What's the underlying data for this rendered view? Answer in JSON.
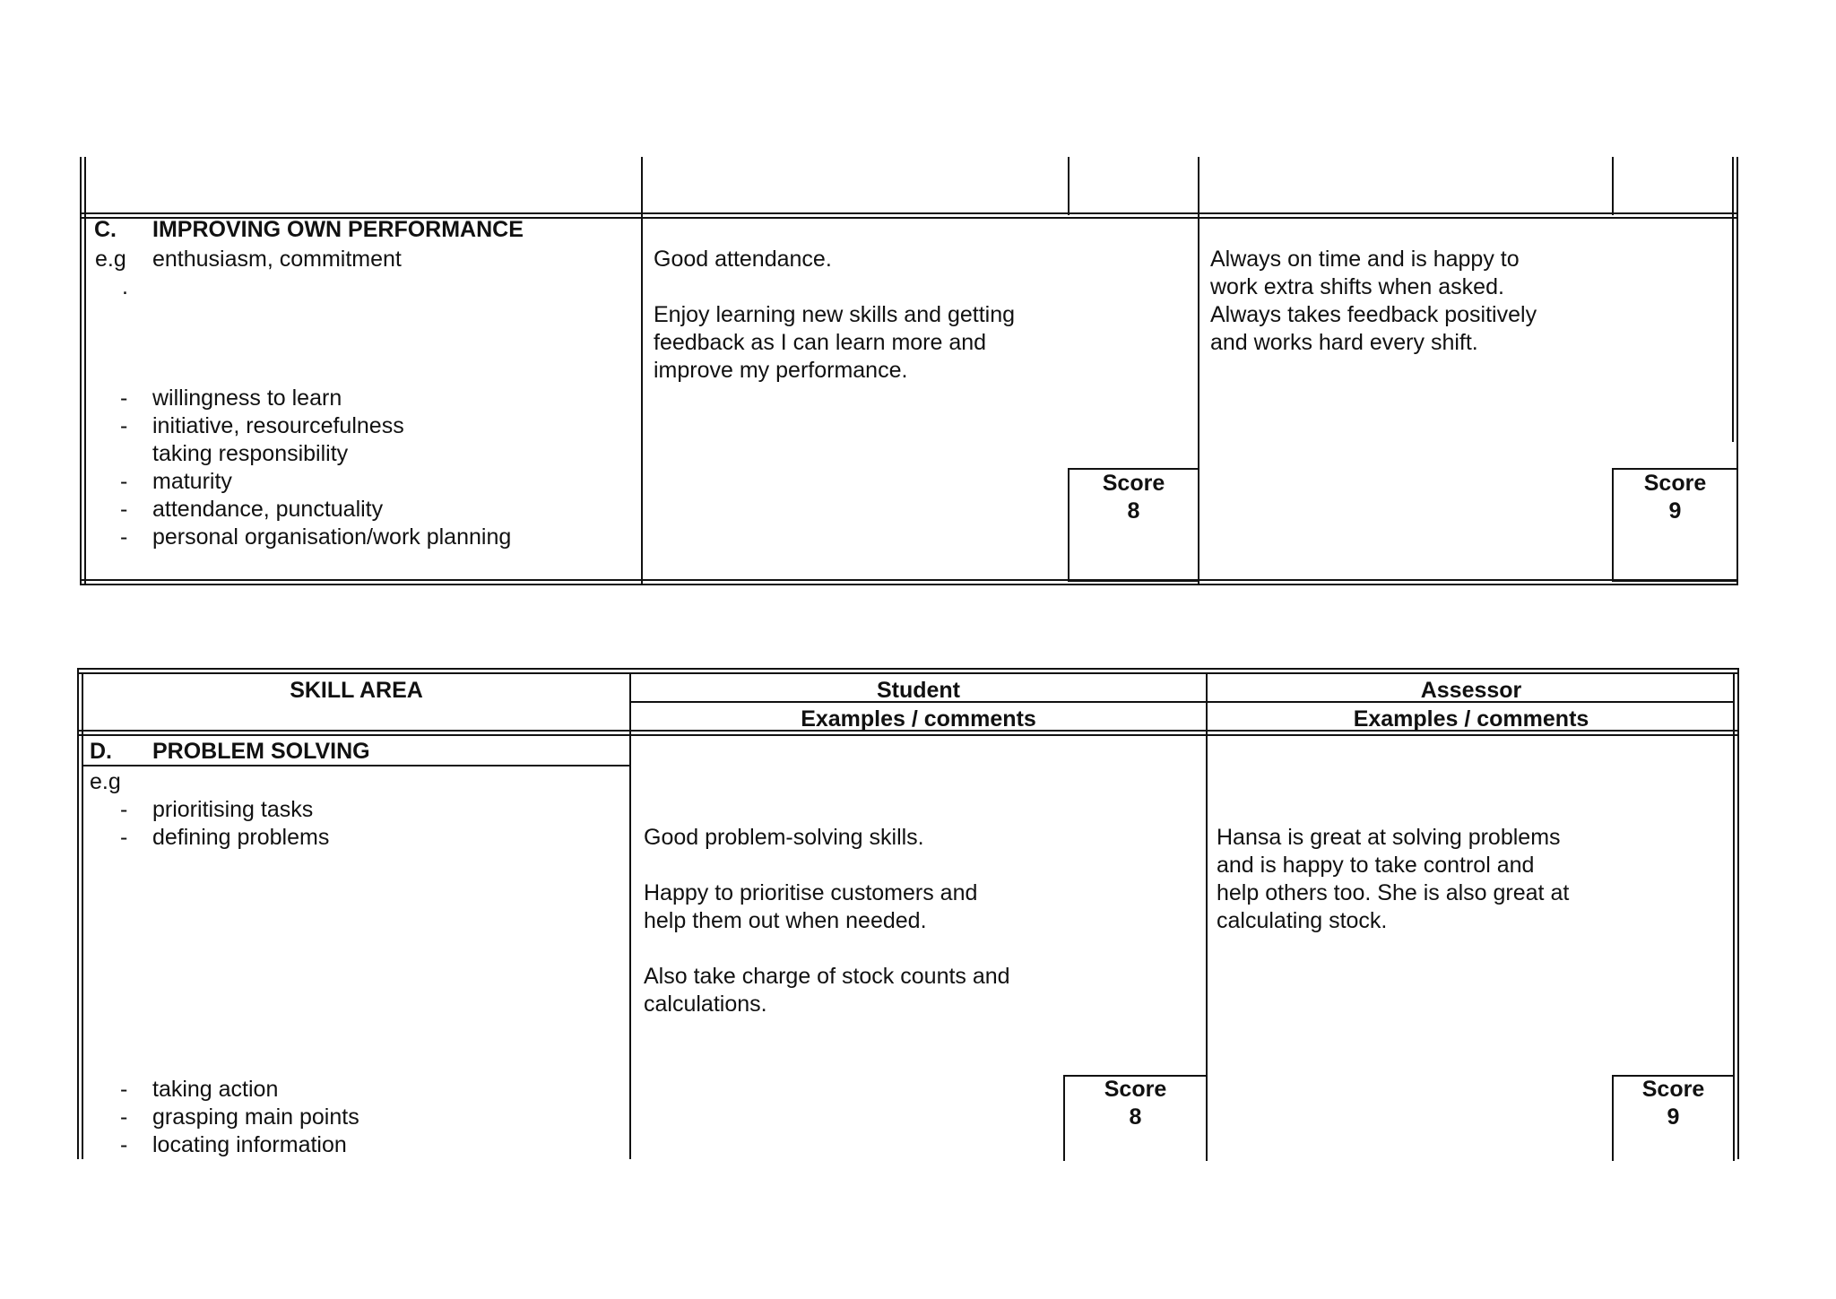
{
  "section_c": {
    "letter": "C.",
    "title": "IMPROVING OWN PERFORMANCE",
    "eg": "e.g",
    "dot": ".",
    "first_item": "enthusiasm, commitment",
    "items": [
      {
        "dash": "-",
        "text": "willingness to learn"
      },
      {
        "dash": "-",
        "text": "initiative, resourcefulness"
      },
      {
        "dash": "",
        "text": "taking responsibility"
      },
      {
        "dash": "-",
        "text": "maturity"
      },
      {
        "dash": "-",
        "text": "attendance, punctuality"
      },
      {
        "dash": "-",
        "text": "personal organisation/work planning"
      }
    ],
    "student_lines": [
      "Good attendance.",
      "",
      "Enjoy learning new skills and getting",
      "feedback as I can learn more and",
      "improve my performance."
    ],
    "assessor_lines": [
      "Always on time and is happy to",
      "work extra shifts when asked.",
      "Always takes feedback positively",
      "and works hard every shift."
    ],
    "student_score_label": "Score",
    "student_score": "8",
    "assessor_score_label": "Score",
    "assessor_score": "9"
  },
  "table_header": {
    "skill_area": "SKILL AREA",
    "student": "Student",
    "student_sub": "Examples / comments",
    "assessor": "Assessor",
    "assessor_sub": "Examples / comments"
  },
  "section_d": {
    "letter": "D.",
    "title": "PROBLEM SOLVING",
    "eg": "e.g",
    "items_top": [
      {
        "dash": "-",
        "text": "prioritising tasks"
      },
      {
        "dash": "-",
        "text": "defining problems"
      }
    ],
    "items_bottom": [
      {
        "dash": "-",
        "text": "taking action"
      },
      {
        "dash": "-",
        "text": "grasping main points"
      },
      {
        "dash": "-",
        "text": "locating information"
      }
    ],
    "student_lines": [
      "Good problem-solving skills.",
      "",
      "Happy to prioritise customers and",
      "help them out when needed.",
      "",
      "Also take charge of stock counts and",
      "calculations."
    ],
    "assessor_lines": [
      "Hansa is great at solving problems",
      "and is happy to take control and",
      "help others too. She is also great at",
      "calculating stock."
    ],
    "student_score_label": "Score",
    "student_score": "8",
    "assessor_score_label": "Score",
    "assessor_score": "9"
  }
}
